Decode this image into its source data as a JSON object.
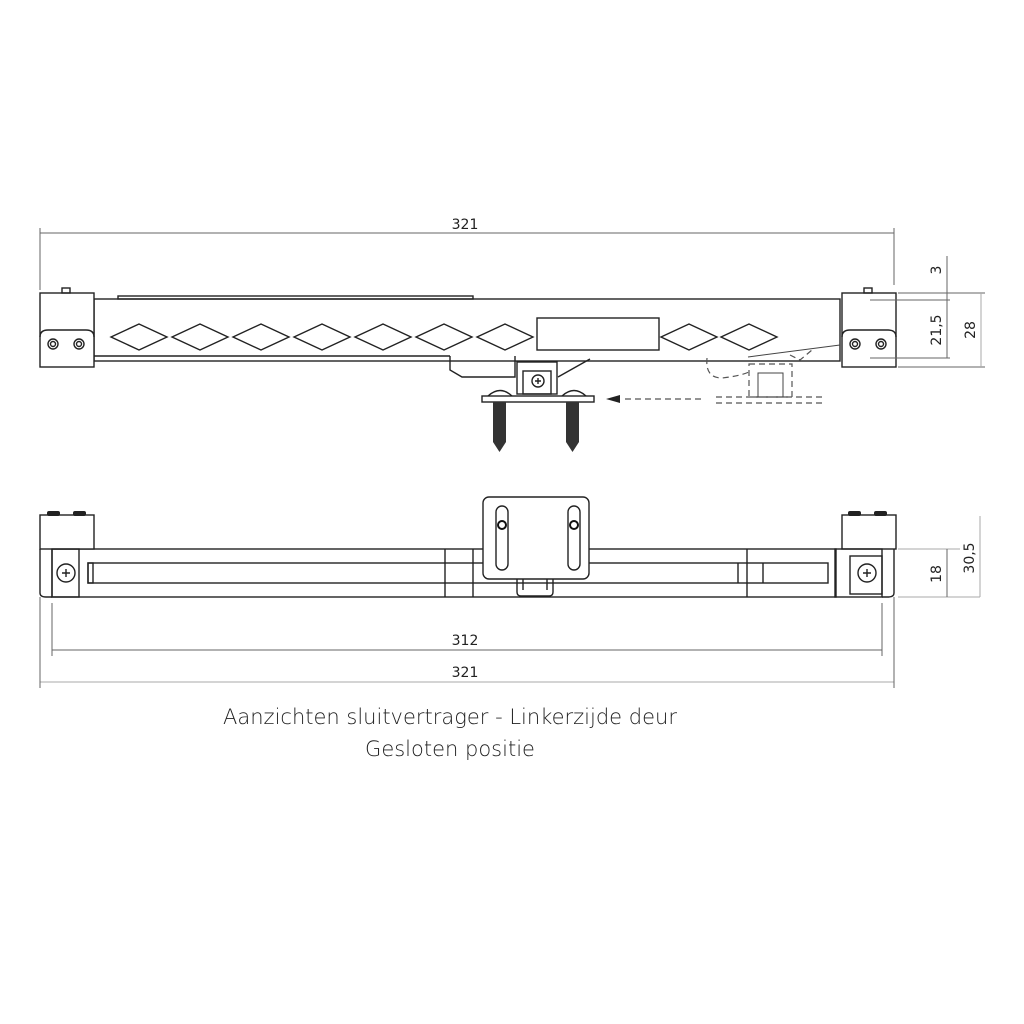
{
  "caption": {
    "line1": "Aanzichten sluitvertrager - Linkerzijde deur",
    "line2": "Gesloten positie"
  },
  "top_view": {
    "dimensions": {
      "overall_length": "321",
      "offset_top": "3",
      "body_height": "21,5",
      "total_height": "28"
    },
    "diamond_count_left": 7,
    "diamond_count_right": 2
  },
  "bottom_view": {
    "dimensions": {
      "inner_length": "312",
      "overall_length": "321",
      "rail_height": "18",
      "total_height": "30,5"
    }
  },
  "colors": {
    "line": "#222222",
    "dimension_line": "#666666",
    "background": "#ffffff"
  }
}
